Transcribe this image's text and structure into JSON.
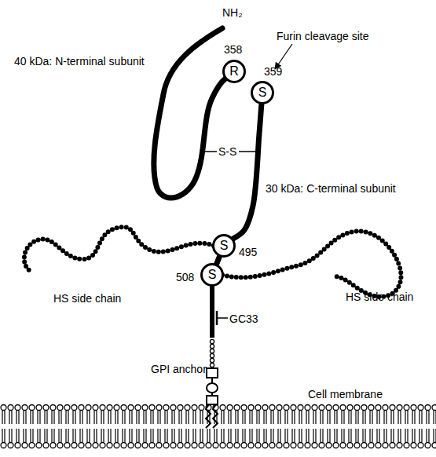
{
  "diagram": {
    "nodes": [
      {
        "text": [
          "R"
        ]
      },
      {
        "text": [
          "S"
        ]
      },
      {
        "text": [
          "S"
        ]
      },
      {
        "text": [
          "S"
        ]
      }
    ],
    "edges": [
      {
        "from": 1,
        "to": 2,
        "arrow": "none"
      },
      {
        "from": 2,
        "to": 3,
        "arrow": "none"
      }
    ],
    "labels": [
      "NH₂",
      "Furin cleavage site",
      "358",
      "40 kDa: N-terminal subunit",
      "359",
      "S-S",
      "30 kDa: C-terminal subunit",
      "495",
      "508",
      "HS side chain",
      "HS side chain",
      "GC33",
      "GPI anchor",
      "Cell membrane"
    ]
  }
}
